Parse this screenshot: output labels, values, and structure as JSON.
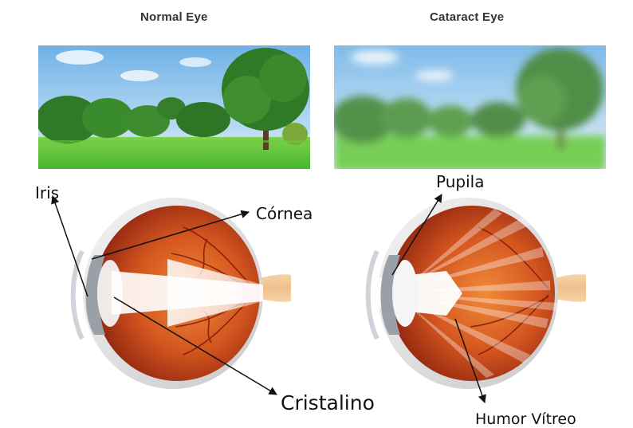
{
  "titles": {
    "normal": "Normal Eye",
    "cataract": "Cataract Eye"
  },
  "labels": {
    "iris": "Iris",
    "cornea": "Córnea",
    "lens": "Cristalino",
    "pupil": "Pupila",
    "vitreous": "Humor Vítreo"
  },
  "colors": {
    "sky": "#8fc3ea",
    "grass": "#5fc43a",
    "foliage": "#2f7a2a",
    "eyeball_red": "#c9431c",
    "sclera": "#e6e6e6",
    "light_beam": "#ffffff"
  }
}
